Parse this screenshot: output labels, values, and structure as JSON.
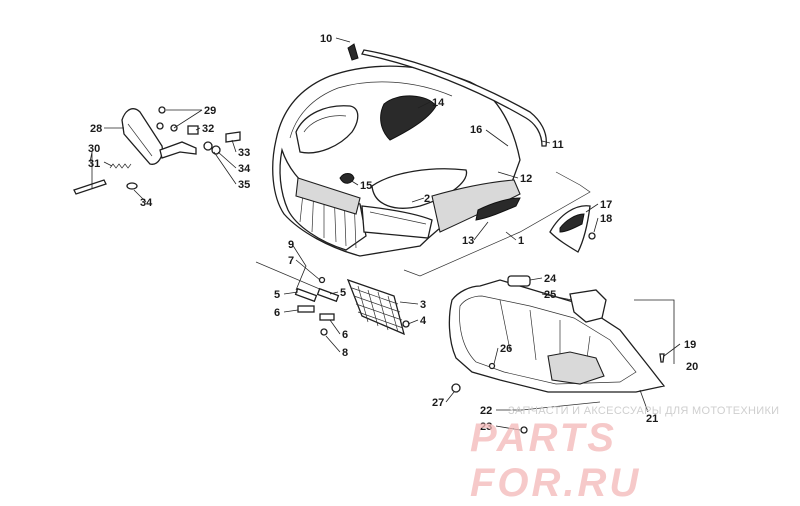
{
  "labels": [
    {
      "id": "10",
      "text": "10"
    },
    {
      "id": "14",
      "text": "14"
    },
    {
      "id": "16",
      "text": "16"
    },
    {
      "id": "11",
      "text": "11"
    },
    {
      "id": "12",
      "text": "12"
    },
    {
      "id": "15",
      "text": "15"
    },
    {
      "id": "2",
      "text": "2"
    },
    {
      "id": "13",
      "text": "13"
    },
    {
      "id": "1",
      "text": "1"
    },
    {
      "id": "17",
      "text": "17"
    },
    {
      "id": "18",
      "text": "18"
    },
    {
      "id": "29",
      "text": "29"
    },
    {
      "id": "28",
      "text": "28"
    },
    {
      "id": "32",
      "text": "32"
    },
    {
      "id": "33",
      "text": "33"
    },
    {
      "id": "30",
      "text": "30"
    },
    {
      "id": "31",
      "text": "31"
    },
    {
      "id": "34a",
      "text": "34"
    },
    {
      "id": "35",
      "text": "35"
    },
    {
      "id": "34b",
      "text": "34"
    },
    {
      "id": "9",
      "text": "9"
    },
    {
      "id": "7",
      "text": "7"
    },
    {
      "id": "5a",
      "text": "5"
    },
    {
      "id": "5b",
      "text": "5"
    },
    {
      "id": "6a",
      "text": "6"
    },
    {
      "id": "6b",
      "text": "6"
    },
    {
      "id": "8",
      "text": "8"
    },
    {
      "id": "3",
      "text": "3"
    },
    {
      "id": "4",
      "text": "4"
    },
    {
      "id": "24",
      "text": "24"
    },
    {
      "id": "25",
      "text": "25"
    },
    {
      "id": "19",
      "text": "19"
    },
    {
      "id": "20",
      "text": "20"
    },
    {
      "id": "26",
      "text": "26"
    },
    {
      "id": "27",
      "text": "27"
    },
    {
      "id": "22",
      "text": "22"
    },
    {
      "id": "23",
      "text": "23"
    },
    {
      "id": "21",
      "text": "21"
    }
  ],
  "watermark": {
    "text": "ЗАПЧАСТИ И АКСЕССУАРЫ ДЛЯ МОТОТЕХНИКИ",
    "logo": "PARTS FOR.RU"
  }
}
